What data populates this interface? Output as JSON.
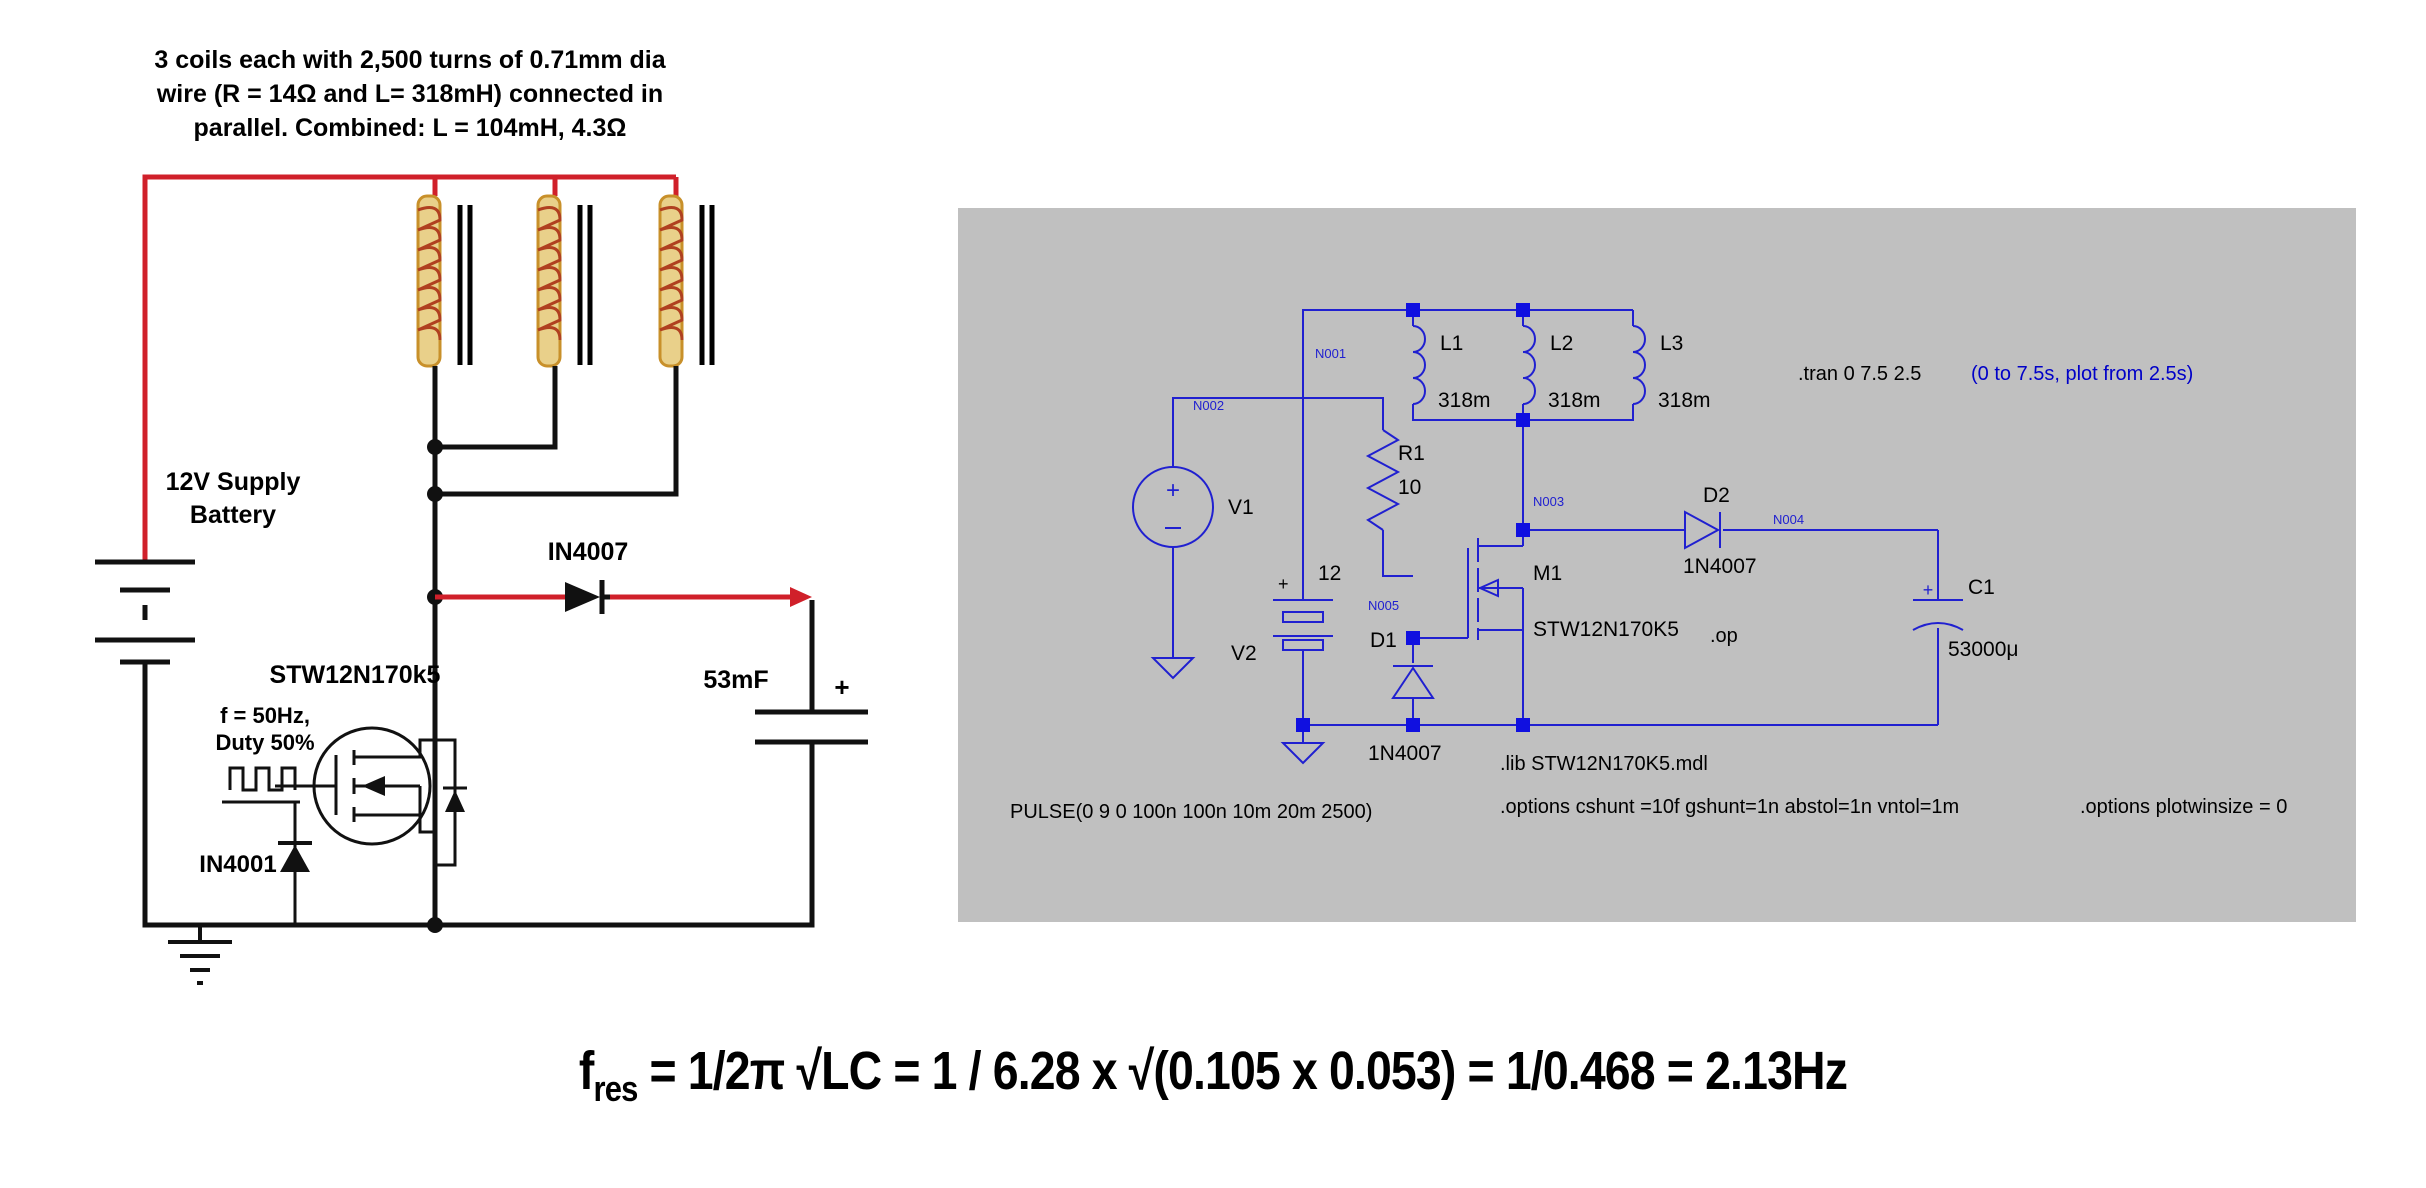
{
  "left": {
    "caption_lines": [
      "3 coils each with 2,500 turns of 0.71mm dia",
      "wire (R = 14Ω and L= 318mH) connected in",
      "parallel. Combined: L = 104mH, 4.3Ω"
    ],
    "supply_lines": [
      "12V Supply",
      "Battery"
    ],
    "diode_top": "IN4007",
    "capacitor": "53mF",
    "cap_plus": "+",
    "mosfet": "STW12N170k5",
    "freq_lines": [
      "f = 50Hz,",
      "Duty 50%"
    ],
    "diode_bottom": "IN4001",
    "colors": {
      "wire_red": "#d0202a",
      "wire_black": "#111111",
      "coil": "#c8902a",
      "coil_inner": "#b04020"
    }
  },
  "spice": {
    "nodes": {
      "n001": "N001",
      "n002": "N002",
      "n003": "N003",
      "n004": "N004",
      "n005": "N005"
    },
    "l1": "L1",
    "l2": "L2",
    "l3": "L3",
    "l_value": "318m",
    "v1": "V1",
    "r1": "R1",
    "r1_value": "10",
    "v2": "V2",
    "v2_value": "12",
    "plus": "+",
    "d1": "D1",
    "d1_model": "1N4007",
    "m1": "M1",
    "m1_model": "STW12N170K5",
    "d2": "D2",
    "d2_model": "1N4007",
    "c1": "C1",
    "c1_value": "53000μ",
    "tran": ".tran 0 7.5 2.5",
    "tran_comment": "(0 to 7.5s, plot from 2.5s)",
    "op": ".op",
    "lib": ".lib STW12N170K5.mdl",
    "pulse": "PULSE(0 9 0 100n 100n 10m 20m 2500)",
    "options": ".options cshunt =10f gshunt=1n abstol=1n vntol=1m",
    "plotwin": ".options plotwinsize = 0",
    "colors": {
      "panel": "#c0c0c0",
      "wire": "#2020d0",
      "text": "#000000",
      "comment": "#0000c8"
    }
  },
  "formula": {
    "f": "f",
    "sub": "res",
    "rest": " = 1/2π √LC  = 1 / 6.28 x √(0.105 x 0.053) = 1/0.468 = 2.13Hz"
  }
}
